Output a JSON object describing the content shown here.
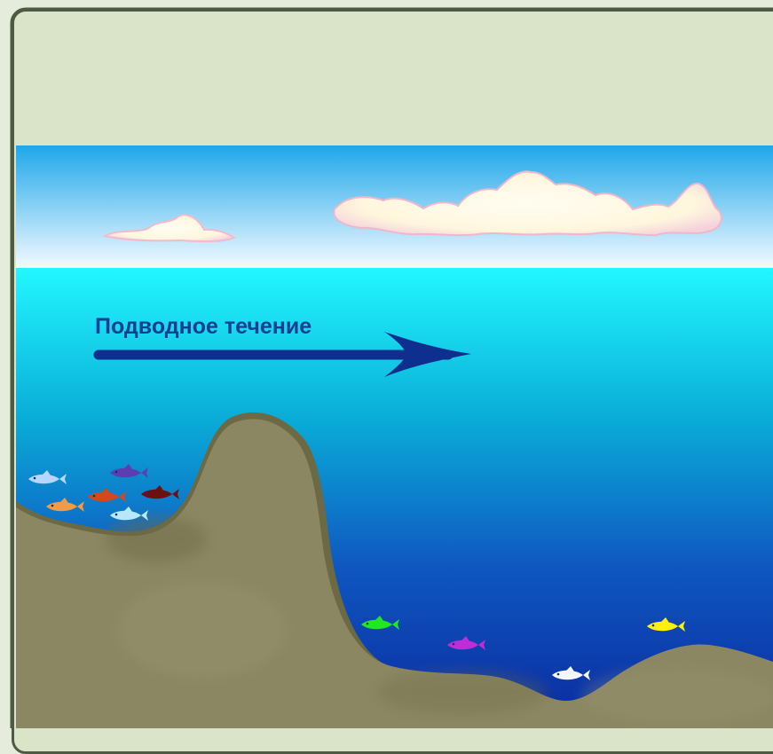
{
  "diagram": {
    "current_label": "Подводное течение",
    "colors": {
      "frame_background": "#d9e4c8",
      "frame_border": "#4f5a44",
      "sky_top": "#1ea7ea",
      "sky_bottom": "#f4fbff",
      "water_top": "#23f7ff",
      "water_bottom": "#0a2aa0",
      "seabed": "#8b8762",
      "arrow": "#0f2f8f"
    },
    "fish": [
      {
        "name": "fish-light-blue-left",
        "color": "#b6d6ff"
      },
      {
        "name": "fish-indigo",
        "color": "#5b3fb2"
      },
      {
        "name": "fish-red-orange",
        "color": "#d14a1d"
      },
      {
        "name": "fish-dark-red",
        "color": "#6d1010"
      },
      {
        "name": "fish-orange",
        "color": "#f29a46"
      },
      {
        "name": "fish-pale-blue",
        "color": "#b5e7ff"
      },
      {
        "name": "fish-green",
        "color": "#21e824"
      },
      {
        "name": "fish-magenta",
        "color": "#c12bd8"
      },
      {
        "name": "fish-white",
        "color": "#f3f7ff"
      },
      {
        "name": "fish-yellow",
        "color": "#fff200"
      }
    ]
  }
}
